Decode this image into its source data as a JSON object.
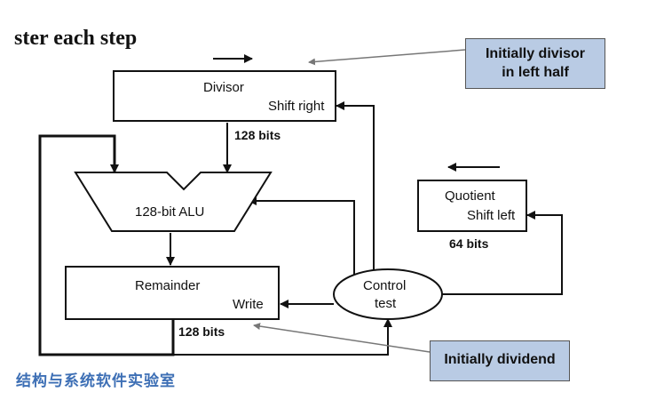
{
  "slide": {
    "title": "ster each step",
    "footer": "结构与系统软件实验室"
  },
  "divisor": {
    "name": "Divisor",
    "op": "Shift right",
    "bits": "128 bits"
  },
  "alu": {
    "name": "128-bit ALU"
  },
  "remainder": {
    "name": "Remainder",
    "op": "Write",
    "bits": "128 bits"
  },
  "quotient": {
    "name": "Quotient",
    "op": "Shift left",
    "bits": "64 bits"
  },
  "control": {
    "line1": "Control",
    "line2": "test"
  },
  "callouts": {
    "divisor_note_line1": "Initially divisor",
    "divisor_note_line2": "in left half",
    "dividend_note": "Initially dividend"
  },
  "colors": {
    "callout_fill": "#b9cbe4",
    "footer_text": "#3d6fb5",
    "line": "#111111"
  }
}
